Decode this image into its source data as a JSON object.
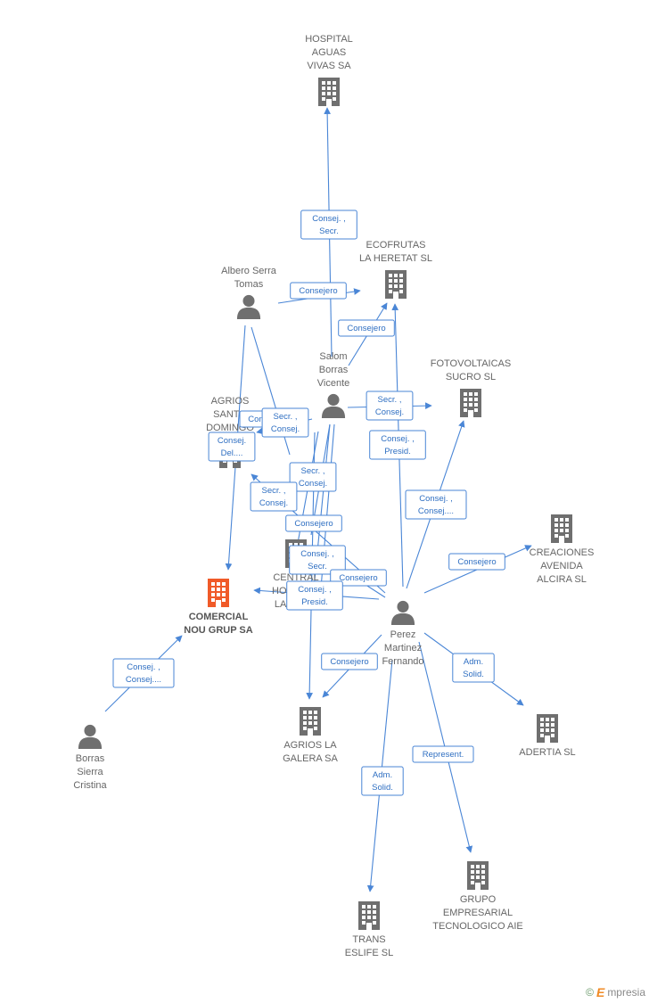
{
  "colors": {
    "edge": "#4a86d6",
    "node": "#6f6f6f",
    "focus": "#f05a28",
    "brand_e": "#f08a24"
  },
  "nodes": [
    {
      "id": "hospital",
      "type": "company",
      "label": [
        "HOSPITAL",
        "AGUAS",
        "VIVAS SA"
      ]
    },
    {
      "id": "ecofrutas",
      "type": "company",
      "label": [
        "ECOFRUTAS",
        "LA HERETAT SL"
      ]
    },
    {
      "id": "fotovoltaicas",
      "type": "company",
      "label": [
        "FOTOVOLTAICAS",
        "SUCRO SL"
      ]
    },
    {
      "id": "agrios_santo",
      "type": "company",
      "label": [
        "AGRIOS",
        "SANTO",
        "DOMINGO"
      ]
    },
    {
      "id": "central",
      "type": "company",
      "label": [
        "CENTRAL",
        "HORTOF...",
        "LA HER..."
      ]
    },
    {
      "id": "comercial",
      "type": "focus",
      "label": [
        "COMERCIAL",
        "NOU GRUP SA"
      ]
    },
    {
      "id": "creaciones",
      "type": "company",
      "label": [
        "CREACIONES",
        "AVENIDA",
        "ALCIRA SL"
      ]
    },
    {
      "id": "agrios_galera",
      "type": "company",
      "label": [
        "AGRIOS LA",
        "GALERA SA"
      ]
    },
    {
      "id": "adertia",
      "type": "company",
      "label": [
        "ADERTIA SL"
      ]
    },
    {
      "id": "grupo",
      "type": "company",
      "label": [
        "GRUPO",
        "EMPRESARIAL",
        "TECNOLOGICO AIE"
      ]
    },
    {
      "id": "trans",
      "type": "company",
      "label": [
        "TRANS",
        "ESLIFE SL"
      ]
    },
    {
      "id": "albero",
      "type": "person",
      "label": [
        "Albero Serra",
        "Tomas"
      ]
    },
    {
      "id": "salom",
      "type": "person",
      "label": [
        "Salom",
        "Borras",
        "Vicente"
      ]
    },
    {
      "id": "perez",
      "type": "person",
      "label": [
        "Perez",
        "Martinez",
        "Fernando"
      ]
    },
    {
      "id": "borras",
      "type": "person",
      "label": [
        "Borras",
        "Sierra",
        "Cristina"
      ]
    }
  ],
  "edges": [
    {
      "label": [
        "Consej. ,",
        "Secr."
      ]
    },
    {
      "label": [
        "Consejero"
      ]
    },
    {
      "label": [
        "Consejero"
      ]
    },
    {
      "label": [
        "Secr. ,",
        "Consej."
      ]
    },
    {
      "label": [
        "Consej. ,",
        "Presid."
      ]
    },
    {
      "label": [
        "Consej. ,",
        "Consej...."
      ]
    },
    {
      "label": [
        "Consejero"
      ]
    },
    {
      "label": [
        "Con"
      ]
    },
    {
      "label": [
        "Secr. ,",
        "Consej."
      ]
    },
    {
      "label": [
        "Consej.",
        "Del...."
      ]
    },
    {
      "label": [
        "Secr. ,",
        "Consej."
      ]
    },
    {
      "label": [
        "Secr. ,",
        "Consej."
      ]
    },
    {
      "label": [
        "Consejero"
      ]
    },
    {
      "label": [
        "Consej. ,",
        "Secr."
      ]
    },
    {
      "label": [
        "Consejero"
      ]
    },
    {
      "label": [
        "Consej. ,",
        "Presid."
      ]
    },
    {
      "label": [
        "Consejero"
      ]
    },
    {
      "label": [
        "Adm.",
        "Solid."
      ]
    },
    {
      "label": [
        "Represent."
      ]
    },
    {
      "label": [
        "Adm.",
        "Solid."
      ]
    },
    {
      "label": [
        "Consej. ,",
        "Consej...."
      ]
    },
    {
      "label": []
    },
    {
      "label": []
    },
    {
      "label": []
    }
  ],
  "brand": {
    "copyright": "©",
    "name_initial": "E",
    "name_rest": "mpresia"
  }
}
